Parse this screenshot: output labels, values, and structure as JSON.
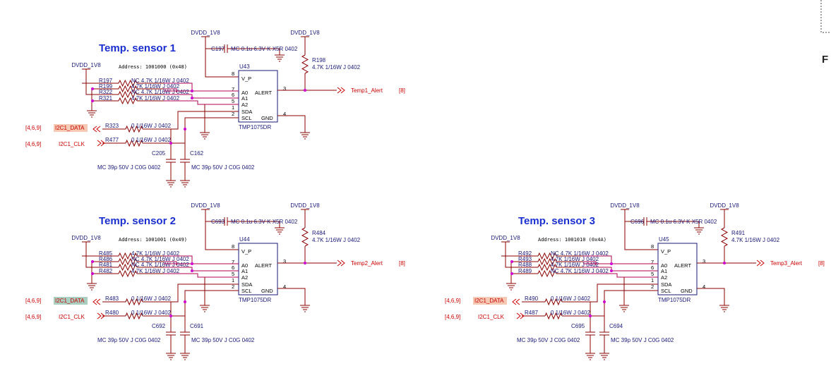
{
  "blocks": [
    {
      "title": "Temp. sensor 1",
      "address": "Address: 1001000 (0x48)",
      "vdd_label": "DVDD_1V8",
      "cap_top_ref": "C197",
      "cap_top_val": "MC 0.1u 6.3V K X5R 0402",
      "pullup_ref": "R198",
      "pullup_val": "4.7K 1/16W J 0402",
      "ic_ref": "U43",
      "ic_part": "TMP1075DR",
      "pins": {
        "vp": "V_P",
        "a0": "A0",
        "a1": "A1",
        "a2": "A2",
        "sda": "SDA",
        "scl": "SCL",
        "alert": "ALERT",
        "gnd": "GND"
      },
      "pin_nums": {
        "p8": "8",
        "p7": "7",
        "p6": "6",
        "p5": "5",
        "p1": "1",
        "p2": "2",
        "p3": "3",
        "p4": "4"
      },
      "addr_res": [
        {
          "ref": "R197",
          "val": "NC 4.7K 1/16W J 0402"
        },
        {
          "ref": "R199",
          "val": "4.7K 1/16W J 0402"
        },
        {
          "ref": "R322",
          "val": "NC 4.7K 1/16W J 0402"
        },
        {
          "ref": "R321",
          "val": "4.7K 1/16W J 0402"
        }
      ],
      "bus_res": [
        {
          "ref": "R323",
          "val": "0 1/16W J 0402"
        },
        {
          "ref": "R477",
          "val": "0 1/16W J 0402"
        }
      ],
      "nets": {
        "data": "I2C1_DATA",
        "clk": "I2C1_CLK",
        "page": "[4,6,9]",
        "alert": "Temp1_Alert",
        "alert_page": "[8]"
      },
      "caps": [
        {
          "ref": "C205",
          "val": "MC 39p 50V J C0G 0402"
        },
        {
          "ref": "C162",
          "val": "MC 39p 50V J C0G 0402"
        }
      ]
    },
    {
      "title": "Temp. sensor 2",
      "address": "Address: 1001001 (0x49)",
      "vdd_label": "DVDD_1V8",
      "cap_top_ref": "C693",
      "cap_top_val": "MC 0.1u 6.3V K X5R 0402",
      "pullup_ref": "R484",
      "pullup_val": "4.7K 1/16W J 0402",
      "ic_ref": "U44",
      "ic_part": "TMP1075DR",
      "pins": {
        "vp": "V_P",
        "a0": "A0",
        "a1": "A1",
        "a2": "A2",
        "sda": "SDA",
        "scl": "SCL",
        "alert": "ALERT",
        "gnd": "GND"
      },
      "pin_nums": {
        "p8": "8",
        "p7": "7",
        "p6": "6",
        "p5": "5",
        "p1": "1",
        "p2": "2",
        "p3": "3",
        "p4": "4"
      },
      "addr_res": [
        {
          "ref": "R485",
          "val": "4.7K 1/16W J 0402"
        },
        {
          "ref": "R486",
          "val": "NC 4.7K 1/16W J 0402"
        },
        {
          "ref": "R481",
          "val": "NC 4.7K 1/16W J 0402"
        },
        {
          "ref": "R482",
          "val": "4.7K 1/16W J 0402"
        }
      ],
      "bus_res": [
        {
          "ref": "R483",
          "val": "0 1/16W J 0402"
        },
        {
          "ref": "R480",
          "val": "0 1/16W J 0402"
        }
      ],
      "nets": {
        "data": "I2C1_DATA",
        "clk": "I2C1_CLK",
        "page": "[4,6,9]",
        "alert": "Temp2_Alert",
        "alert_page": "[8]"
      },
      "caps": [
        {
          "ref": "C692",
          "val": "MC 39p 50V J C0G 0402"
        },
        {
          "ref": "C691",
          "val": "MC 39p 50V J C0G 0402"
        }
      ]
    },
    {
      "title": "Temp. sensor 3",
      "address": "Address: 1001010 (0x4A)",
      "vdd_label": "DVDD_1V8",
      "cap_top_ref": "C696",
      "cap_top_val": "MC 0.1u 6.3V K X5R 0402",
      "pullup_ref": "R491",
      "pullup_val": "4.7K 1/16W J 0402",
      "ic_ref": "U45",
      "ic_part": "TMP1075DR",
      "pins": {
        "vp": "V_P",
        "a0": "A0",
        "a1": "A1",
        "a2": "A2",
        "sda": "SDA",
        "scl": "SCL",
        "alert": "ALERT",
        "gnd": "GND"
      },
      "pin_nums": {
        "p8": "8",
        "p7": "7",
        "p6": "6",
        "p5": "5",
        "p1": "1",
        "p2": "2",
        "p3": "3",
        "p4": "4"
      },
      "addr_res": [
        {
          "ref": "R492",
          "val": "NC 4.7K 1/16W J 0402"
        },
        {
          "ref": "R493",
          "val": "4.7K 1/16W J 0402"
        },
        {
          "ref": "R488",
          "val": "4.7K 1/16W J 0402"
        },
        {
          "ref": "R489",
          "val": "NC 4.7K 1/16W J 0402"
        }
      ],
      "bus_res": [
        {
          "ref": "R490",
          "val": "0 1/16W J 0402"
        },
        {
          "ref": "R487",
          "val": "0 1/16W J 0402"
        }
      ],
      "nets": {
        "data": "I2C1_DATA",
        "clk": "I2C1_CLK",
        "page": "[4,6,9]",
        "alert": "Temp3_Alert",
        "alert_page": "[8]"
      },
      "caps": [
        {
          "ref": "C695",
          "val": "MC 39p 50V J C0G 0402"
        },
        {
          "ref": "C694",
          "val": "MC 39p 50V J C0G 0402"
        }
      ]
    }
  ],
  "corner_letter": "F",
  "colors": {
    "title": "#1a2fd0",
    "wire": "#8b0000",
    "net_red": "#cc0000",
    "component": "#1a1a7a",
    "junction": "#d000d0",
    "data_tag_1": "#f6c9b4",
    "data_tag_2": "#a9cfc0",
    "data_tag_3": "#f6c9b4"
  }
}
